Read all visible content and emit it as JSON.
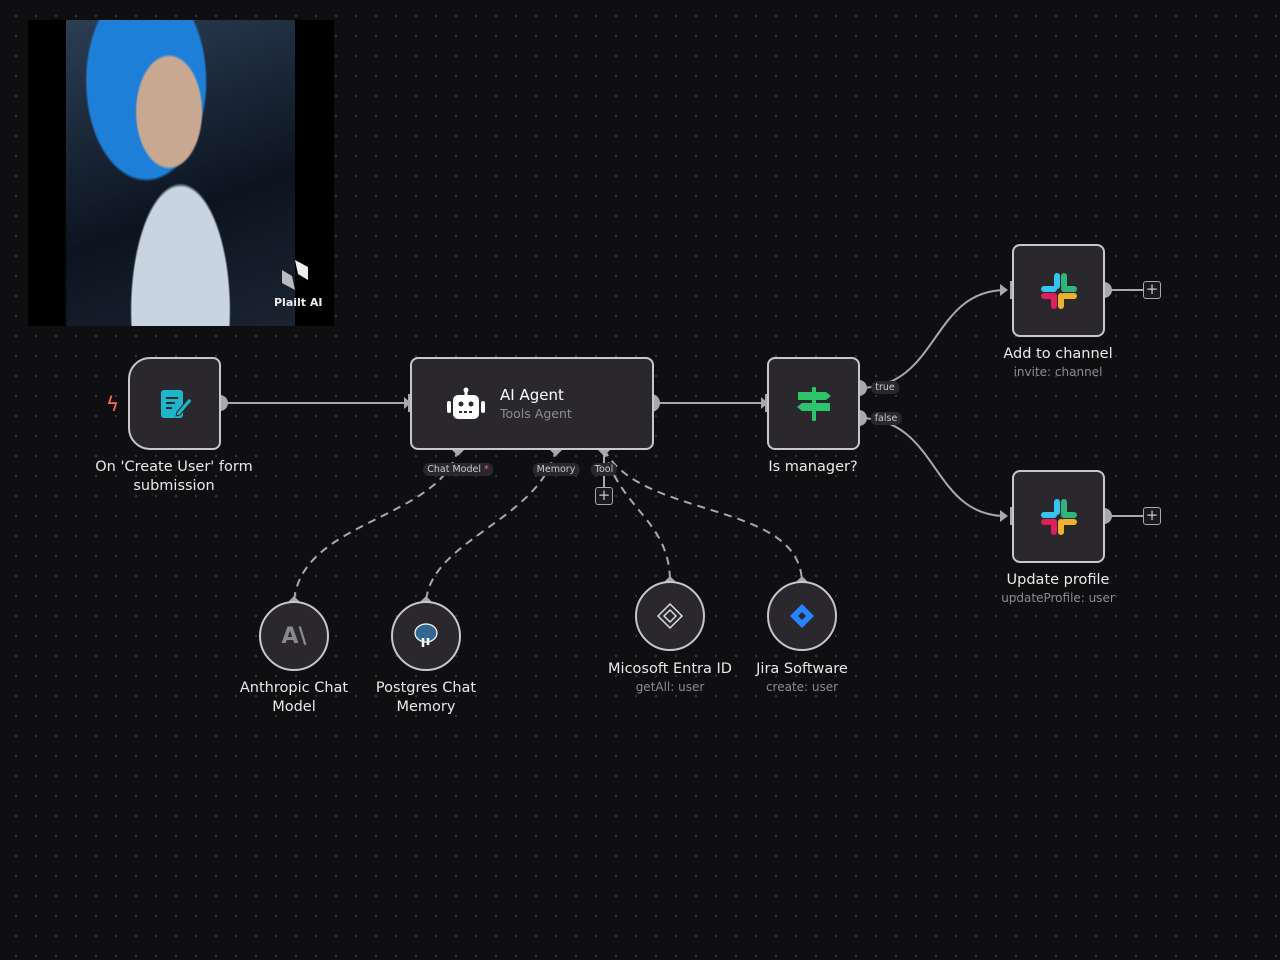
{
  "overlay": {
    "logo_text": "Plailt AI"
  },
  "nodes": {
    "trigger": {
      "label": "On 'Create User' form submission"
    },
    "agent": {
      "title": "AI Agent",
      "subtitle": "Tools Agent",
      "handles": {
        "chat_model": "Chat Model",
        "required_mark": "*",
        "memory": "Memory",
        "tool": "Tool"
      }
    },
    "if": {
      "label": "Is manager?",
      "true_label": "true",
      "false_label": "false"
    },
    "add_channel": {
      "label": "Add to channel",
      "sub": "invite: channel"
    },
    "update_profile": {
      "label": "Update profile",
      "sub": "updateProfile: user"
    },
    "anthropic": {
      "label_1": "Anthropic Chat",
      "label_2": "Model",
      "icon_text": "A\\"
    },
    "postgres": {
      "label_1": "Postgres Chat",
      "label_2": "Memory"
    },
    "entra": {
      "label": "Micosoft Entra ID",
      "sub": "getAll: user"
    },
    "jira": {
      "label": "Jira Software",
      "sub": "create: user"
    }
  },
  "plus_symbol": "+",
  "colors": {
    "accent_green": "#2ec46b",
    "trigger_teal": "#1fb6c9",
    "jira_blue": "#2684ff",
    "bolt": "#ff6d5a"
  }
}
